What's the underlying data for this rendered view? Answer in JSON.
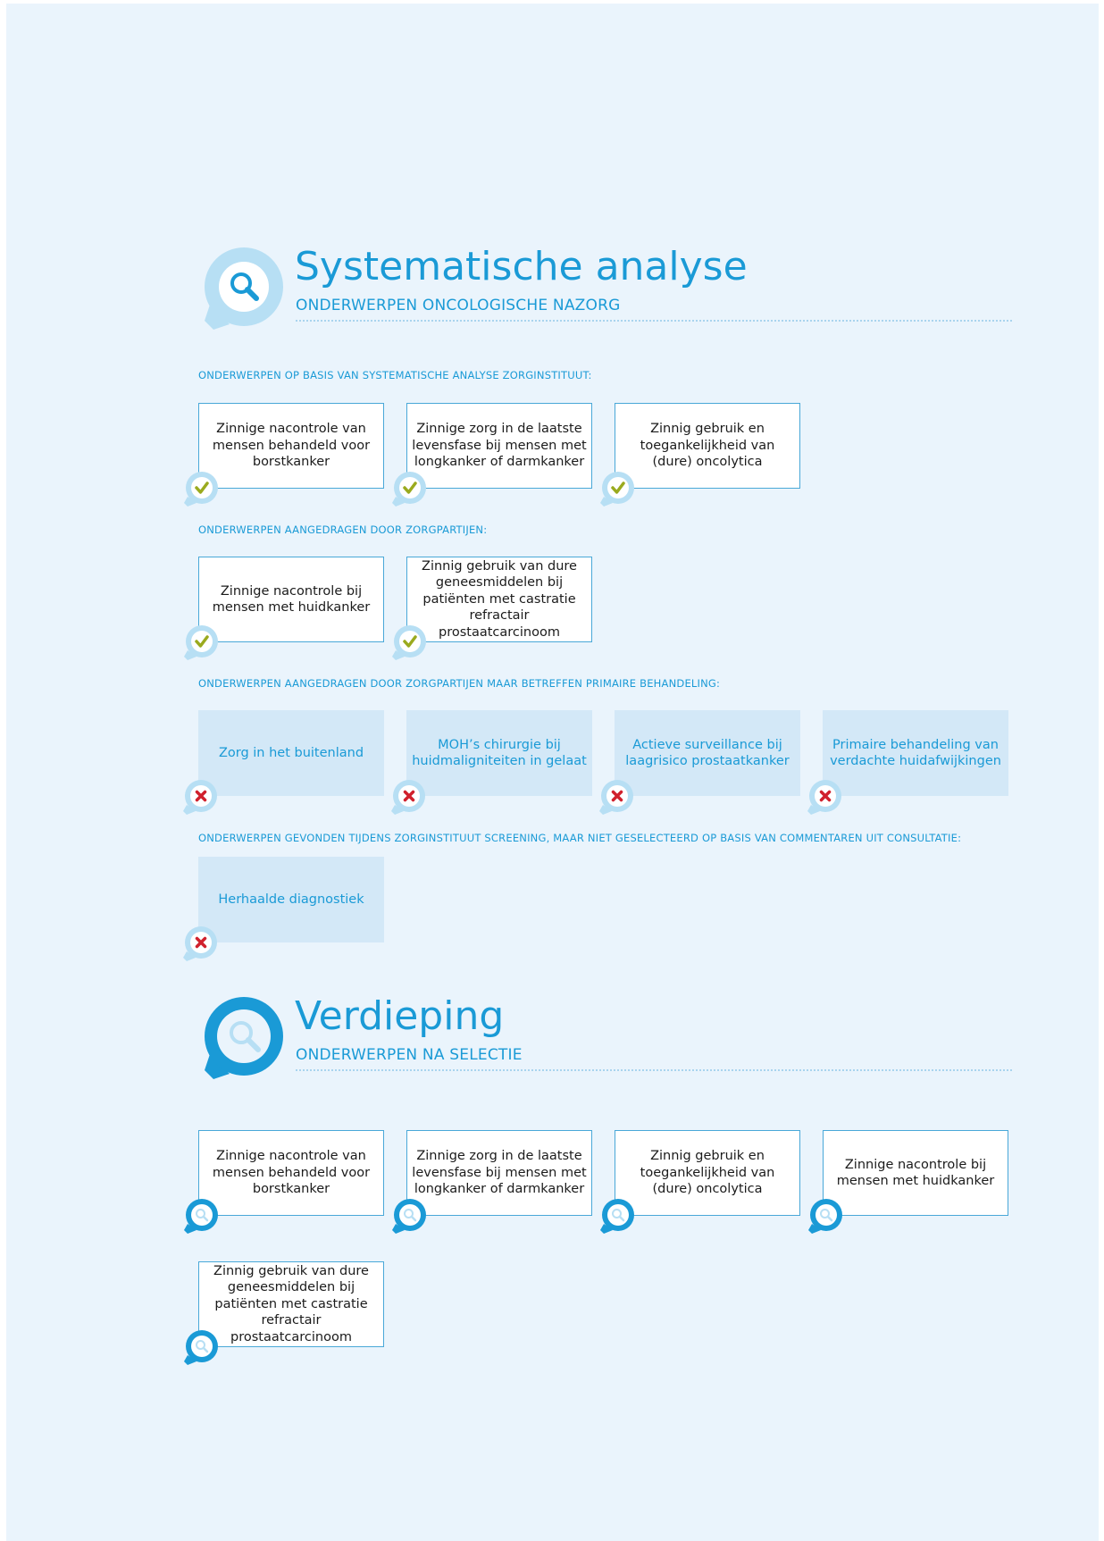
{
  "systematische_analyse": {
    "title": "Systematische analyse",
    "subtitle": "ONDERWERPEN ONCOLOGISCHE NAZORG",
    "icon": "magnifier-icon",
    "groups": [
      {
        "label": "ONDERWERPEN OP BASIS VAN SYSTEMATISCHE ANALYSE ZORGINSTITUUT:",
        "status": "selected",
        "status_icon": "check-icon",
        "items": [
          "Zinnige nacontrole van mensen behandeld voor borstkanker",
          "Zinnige zorg in de laatste levensfase bij mensen met longkanker of darmkanker",
          "Zinnig gebruik en toegankelijkheid van (dure) oncolytica"
        ]
      },
      {
        "label": "ONDERWERPEN AANGEDRAGEN DOOR ZORGPARTIJEN:",
        "status": "selected",
        "status_icon": "check-icon",
        "items": [
          "Zinnige nacontrole bij mensen met huidkanker",
          "Zinnig gebruik van dure geneesmiddelen bij patiënten met castratie refractair prostaatcarcinoom"
        ]
      },
      {
        "label": "ONDERWERPEN AANGEDRAGEN DOOR ZORGPARTIJEN MAAR BETREFFEN PRIMAIRE BEHANDELING:",
        "status": "rejected",
        "status_icon": "cross-icon",
        "items": [
          "Zorg in het buitenland",
          "MOH’s chirurgie bij huidmaligniteiten in gelaat",
          "Actieve surveillance bij laagrisico prostaatkanker",
          "Primaire behandeling van verdachte huidafwijkingen"
        ]
      },
      {
        "label": "ONDERWERPEN GEVONDEN TIJDENS ZORGINSTITUUT SCREENING, MAAR NIET GESELECTEERD OP BASIS VAN COMMENTAREN UIT CONSULTATIE:",
        "status": "rejected",
        "status_icon": "cross-icon",
        "items": [
          "Herhaalde diagnostiek"
        ]
      }
    ]
  },
  "verdieping": {
    "title": "Verdieping",
    "subtitle": "ONDERWERPEN NA SELECTIE",
    "icon": "magnifier-icon",
    "status_icon": "magnifier-icon",
    "items": [
      "Zinnige nacontrole van mensen behandeld voor borstkanker",
      "Zinnige zorg in de laatste levensfase bij mensen met longkanker of darmkanker",
      "Zinnig gebruik en toegankelijkheid van (dure) oncolytica",
      "Zinnige nacontrole bij mensen met huidkanker",
      "Zinnig gebruik van dure geneesmiddelen bij patiënten met castratie refractair prostaatcarcinoom"
    ]
  },
  "colors": {
    "page_background": "#eaf4fc",
    "accent_blue": "#1a9ad6",
    "light_blue": "#b7dff4",
    "card_border": "#49a8d8",
    "rejected_card": "#d3e8f7",
    "check_green": "#9aaa1e",
    "cross_red": "#d0202c"
  }
}
